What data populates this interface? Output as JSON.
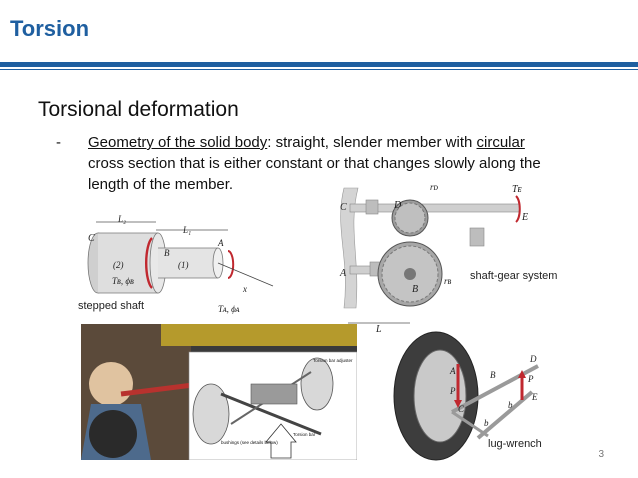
{
  "slide": {
    "title": "Torsion",
    "heading": "Torsional deformation",
    "bullet_dash": "-",
    "bullet_underlined_1": "Geometry of the solid body",
    "bullet_text_1": ":  straight, slender member with ",
    "bullet_underlined_2": "circular",
    "bullet_line_2": "cross section that is either constant or that changes slowly along the",
    "bullet_line_3": "length of the member.",
    "page_number": "3"
  },
  "figures": {
    "stepped_shaft": {
      "caption": "stepped shaft",
      "labels": {
        "L2": "L₂",
        "L1": "L₁",
        "C": "C",
        "B": "B",
        "A": "A",
        "seg2": "(2)",
        "seg1": "(1)",
        "TB": "Tʙ, ϕʙ",
        "TA": "Tᴀ, ϕᴀ",
        "x": "x"
      }
    },
    "shaft_gear": {
      "caption": "shaft-gear system",
      "labels": {
        "C": "C",
        "D": "D",
        "rD": "rᴅ",
        "TE": "Tᴇ",
        "E": "E",
        "A": "A",
        "B": "B",
        "rB": "rʙ",
        "L": "L"
      }
    },
    "torsion_bar_photo": {
      "annotations": {
        "adjuster": "Torsion bar adjuster",
        "bar": "Torsion bar",
        "bushings": "bushings\n(see details below)"
      }
    },
    "lug_wrench": {
      "caption": "lug-wrench",
      "labels": {
        "D": "D",
        "A": "A",
        "B": "B",
        "P1": "P",
        "P2": "P",
        "C": "C",
        "E": "E",
        "b1": "b",
        "b2": "b"
      }
    }
  },
  "colors": {
    "accent": "#1f5fa0",
    "shaft": "#d9d9d9",
    "torque": "#c0282f"
  }
}
